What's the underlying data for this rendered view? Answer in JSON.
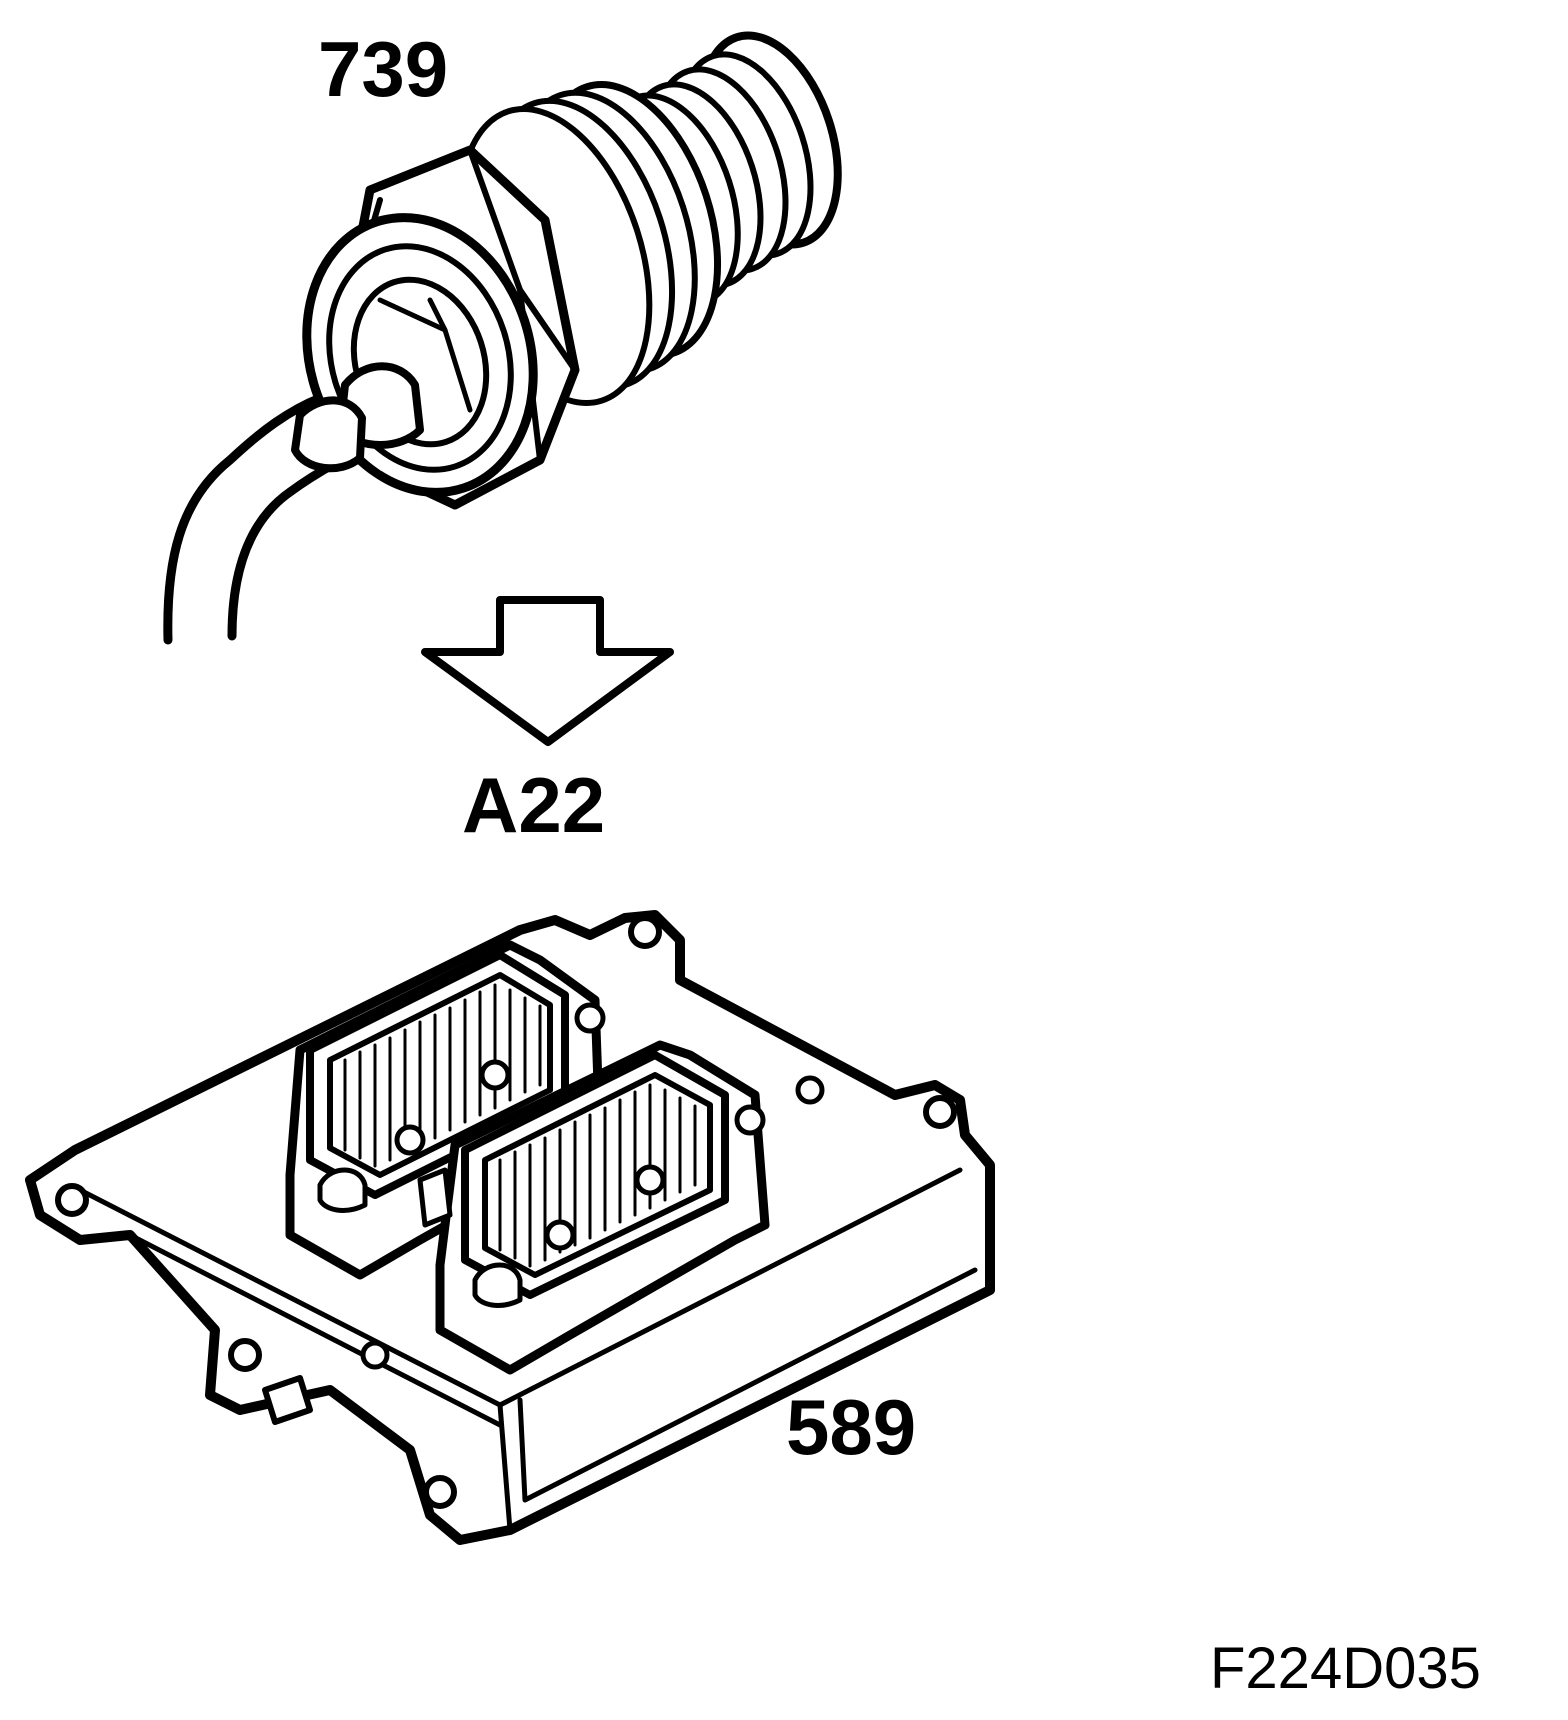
{
  "labels": {
    "sensor": "739",
    "connection": "A22",
    "control_module": "589",
    "figure_code": "F224D035"
  },
  "colors": {
    "line": "#000000",
    "background": "#ffffff"
  }
}
